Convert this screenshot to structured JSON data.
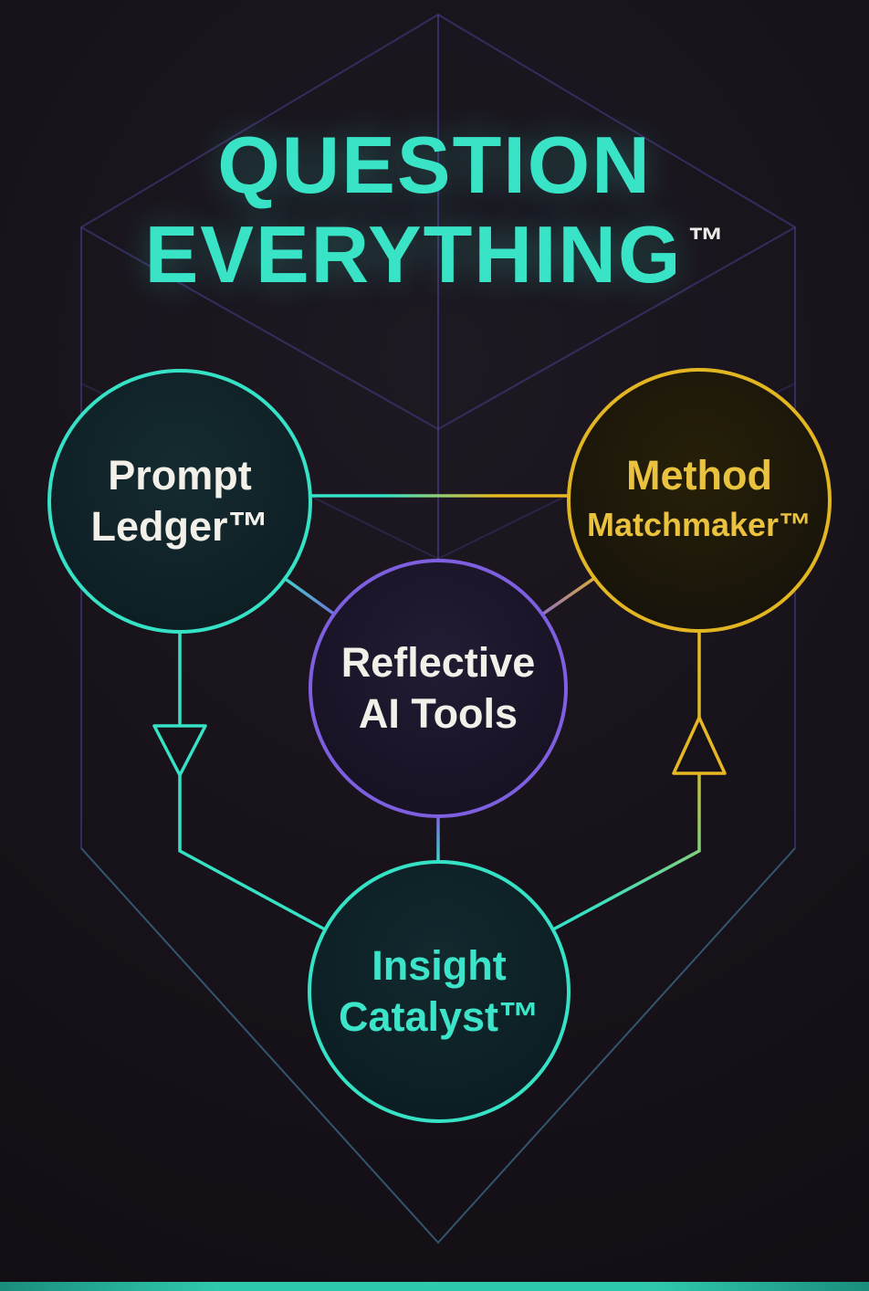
{
  "title": {
    "line1": "QUESTION",
    "line2": "EVERYTHING",
    "trademark": "™"
  },
  "nodes": {
    "prompt_ledger": {
      "line1": "Prompt",
      "line2": "Ledger™"
    },
    "method_matchmaker": {
      "line1": "Method",
      "line2": "Matchmaker™"
    },
    "reflective_ai_tools": {
      "line1": "Reflective",
      "line2": "AI Tools"
    },
    "insight_catalyst": {
      "line1": "Insight",
      "line2": "Catalyst™"
    }
  },
  "colors": {
    "background": "#17121a",
    "teal": "#36e2c6",
    "gold": "#e8b822",
    "purple": "#7d5fe0",
    "text_light": "#f3f0ea",
    "bottom_bar": "#2fc9ae"
  }
}
